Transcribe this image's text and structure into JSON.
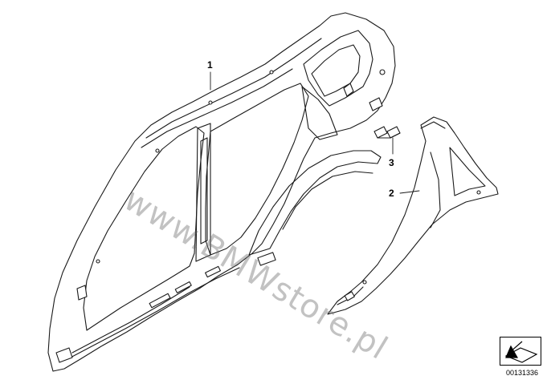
{
  "callouts": {
    "part1": "1",
    "part2": "2",
    "part3": "3"
  },
  "watermark": "www.BMWstore.pl",
  "diagram_id": "00131336",
  "colors": {
    "line": "#1a1a1a",
    "fill": "#ffffff",
    "watermark": "#7a7a7a"
  }
}
